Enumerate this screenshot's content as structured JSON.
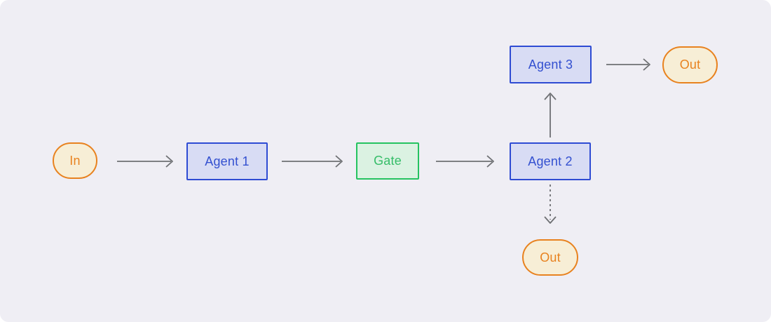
{
  "diagram": {
    "type": "flowchart",
    "nodes": {
      "in": {
        "label": "In",
        "shape": "stadium",
        "color": "orange"
      },
      "agent1": {
        "label": "Agent 1",
        "shape": "rect",
        "color": "blue"
      },
      "gate": {
        "label": "Gate",
        "shape": "rect",
        "color": "green"
      },
      "agent2": {
        "label": "Agent 2",
        "shape": "rect",
        "color": "blue"
      },
      "agent3": {
        "label": "Agent 3",
        "shape": "rect",
        "color": "blue"
      },
      "out_top": {
        "label": "Out",
        "shape": "stadium",
        "color": "orange"
      },
      "out_bottom": {
        "label": "Out",
        "shape": "stadium",
        "color": "orange"
      }
    },
    "edges": [
      {
        "from": "in",
        "to": "agent1",
        "style": "solid",
        "direction": "right"
      },
      {
        "from": "agent1",
        "to": "gate",
        "style": "solid",
        "direction": "right"
      },
      {
        "from": "gate",
        "to": "agent2",
        "style": "solid",
        "direction": "right"
      },
      {
        "from": "agent2",
        "to": "agent3",
        "style": "solid",
        "direction": "up"
      },
      {
        "from": "agent3",
        "to": "out_top",
        "style": "solid",
        "direction": "right"
      },
      {
        "from": "agent2",
        "to": "out_bottom",
        "style": "dashed",
        "direction": "down"
      }
    ],
    "colors": {
      "background": "#efeef4",
      "orange_border": "#e8821f",
      "orange_fill": "#f7eed6",
      "orange_text": "#e8821f",
      "blue_border": "#2e4bd3",
      "blue_fill": "#d8dcf4",
      "blue_text": "#3350d0",
      "green_border": "#25c360",
      "green_fill": "#dbf2e2",
      "green_text": "#35bd68",
      "arrow": "#6e7073"
    }
  }
}
